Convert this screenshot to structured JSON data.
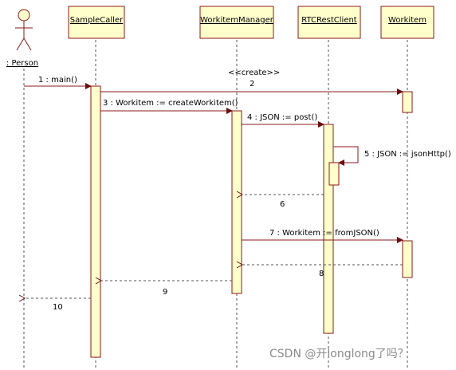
{
  "actor": {
    "label": ": Person"
  },
  "lifelines": [
    {
      "id": "sample-caller",
      "label": "SampleCaller"
    },
    {
      "id": "workitem-manager",
      "label": "WorkitemManager"
    },
    {
      "id": "rtc-rest-client",
      "label": "RTCRestClient"
    },
    {
      "id": "workitem",
      "label": "Workitem"
    }
  ],
  "messages": [
    {
      "id": "msg-1",
      "label": "1 : main()",
      "kind": "call"
    },
    {
      "id": "msg-2",
      "stereotype": "<<create>>",
      "label": "2",
      "kind": "call"
    },
    {
      "id": "msg-3",
      "label": "3 : Workitem := createWorkitem()",
      "kind": "call"
    },
    {
      "id": "msg-4",
      "label": "4 : JSON := post()",
      "kind": "call"
    },
    {
      "id": "msg-5",
      "label": "5 : JSON := jsonHttp()",
      "kind": "self"
    },
    {
      "id": "msg-6",
      "label": "6",
      "kind": "return"
    },
    {
      "id": "msg-7",
      "label": "7 : Workitem := fromJSON()",
      "kind": "call"
    },
    {
      "id": "msg-8",
      "label": "8",
      "kind": "return"
    },
    {
      "id": "msg-9",
      "label": "9",
      "kind": "return"
    },
    {
      "id": "msg-10",
      "label": "10",
      "kind": "return"
    }
  ],
  "watermark": "CSDN @开longlong了吗？",
  "colors": {
    "box_fill": "#ffffcc",
    "box_border": "#8b1a1a",
    "activation_fill": "#ffffcc",
    "message_line": "#8b1a1a",
    "lifeline_dash": "#555555"
  }
}
